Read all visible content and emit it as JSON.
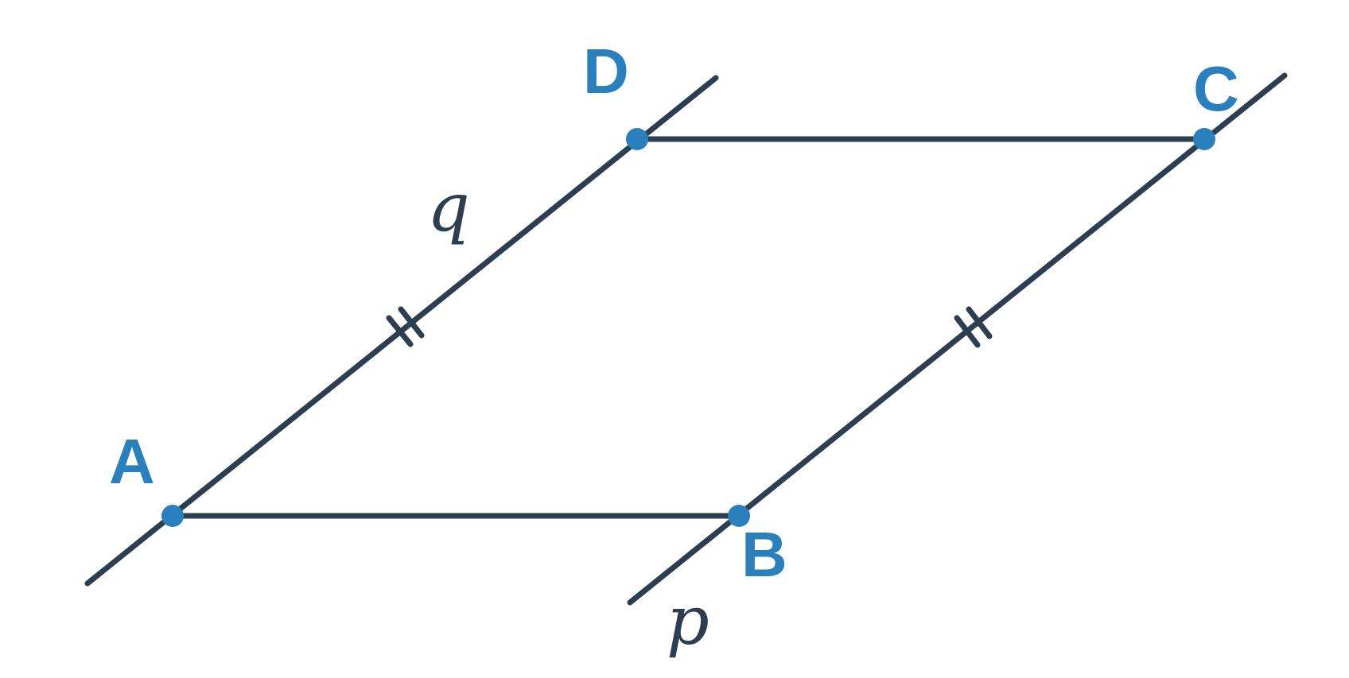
{
  "diagram": {
    "colors": {
      "line": "#2c3e50",
      "point": "#2a7fbd",
      "point_label": "#2a7fbd",
      "line_label": "#2c3e50"
    },
    "points": {
      "A": "A",
      "B": "B",
      "C": "C",
      "D": "D"
    },
    "lines": {
      "p": "p",
      "q": "q"
    },
    "congruence_marks": "double-tick"
  }
}
